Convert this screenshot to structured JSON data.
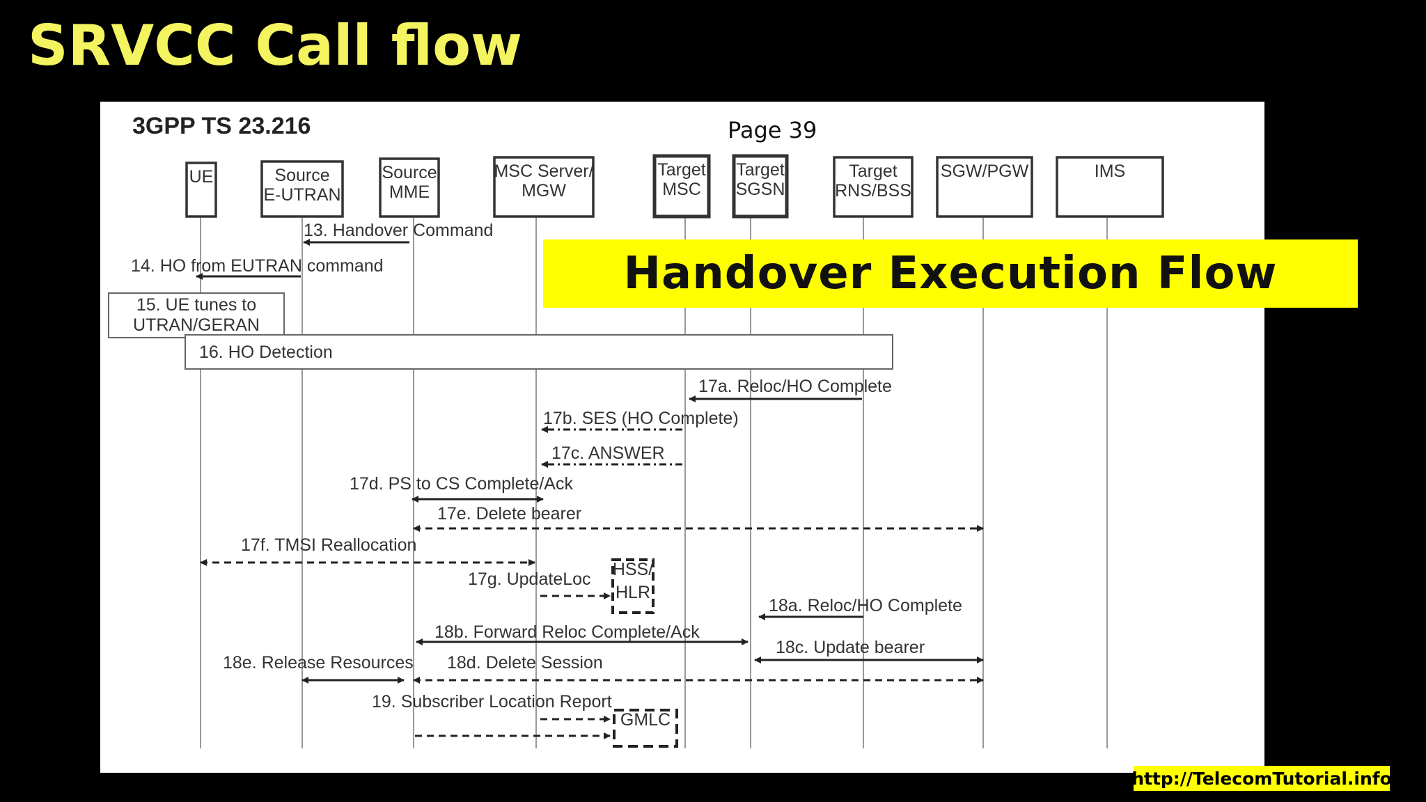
{
  "title": "SRVCC Call flow",
  "document": {
    "title": "3GPP TS 23.216",
    "page": "Page 39"
  },
  "banner": "Handover Execution Flow",
  "footer": "http://TelecomTutorial.info",
  "entities": [
    {
      "id": "ue",
      "label": [
        "UE"
      ]
    },
    {
      "id": "src-eutran",
      "label": [
        "Source",
        "E-UTRAN"
      ]
    },
    {
      "id": "src-mme",
      "label": [
        "Source",
        "MME"
      ]
    },
    {
      "id": "msc-mgw",
      "label": [
        "MSC Server/",
        "MGW"
      ]
    },
    {
      "id": "tgt-msc",
      "label": [
        "Target",
        "MSC"
      ]
    },
    {
      "id": "tgt-sgsn",
      "label": [
        "Target",
        "SGSN"
      ]
    },
    {
      "id": "tgt-rns",
      "label": [
        "Target",
        "RNS/BSS"
      ]
    },
    {
      "id": "sgw-pgw",
      "label": [
        "SGW/PGW"
      ]
    },
    {
      "id": "ims",
      "label": [
        "IMS"
      ]
    }
  ],
  "notes": {
    "ue_tunes": [
      "15. UE tunes to",
      "UTRAN/GERAN"
    ],
    "ho_detection": "16. HO Detection",
    "hss_hlr": [
      "HSS/",
      "HLR"
    ],
    "gmlc": "GMLC"
  },
  "messages": [
    {
      "id": "m13",
      "label": "13. Handover Command"
    },
    {
      "id": "m14",
      "label": "14. HO from EUTRAN command"
    },
    {
      "id": "m17a",
      "label": "17a. Reloc/HO Complete"
    },
    {
      "id": "m17b",
      "label": "17b. SES (HO Complete)"
    },
    {
      "id": "m17c",
      "label": "17c. ANSWER"
    },
    {
      "id": "m17d",
      "label": "17d. PS to CS Complete/Ack"
    },
    {
      "id": "m17e",
      "label": "17e. Delete bearer"
    },
    {
      "id": "m17f",
      "label": "17f. TMSI Reallocation"
    },
    {
      "id": "m17g",
      "label": "17g. UpdateLoc"
    },
    {
      "id": "m18a",
      "label": "18a. Reloc/HO Complete"
    },
    {
      "id": "m18b",
      "label": "18b. Forward Reloc Complete/Ack"
    },
    {
      "id": "m18c",
      "label": "18c. Update bearer"
    },
    {
      "id": "m18d",
      "label": "18d. Delete Session"
    },
    {
      "id": "m18e",
      "label": "18e. Release Resources"
    },
    {
      "id": "m19",
      "label": "19. Subscriber Location Report"
    }
  ]
}
